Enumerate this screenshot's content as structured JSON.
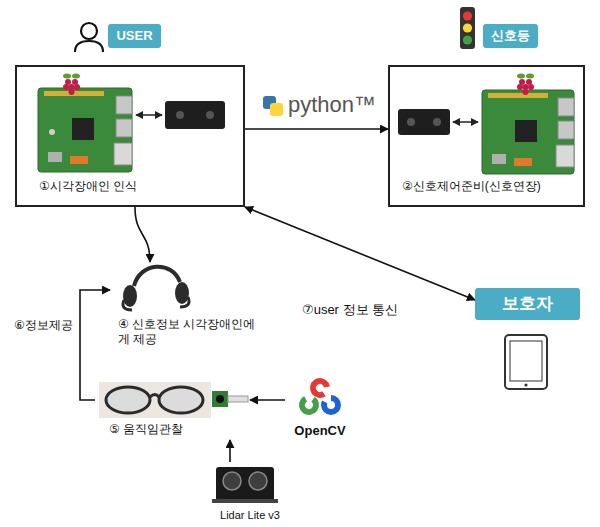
{
  "diagram": {
    "nodes": [
      {
        "text": [
          "USER"
        ]
      },
      {
        "text": [
          "신호등"
        ]
      },
      {
        "text": [
          "①시각장애인 인식"
        ]
      },
      {
        "text": [
          "②신호제어준비(신호연장)"
        ]
      },
      {
        "text": [
          "보호자"
        ]
      },
      {
        "text": [
          "④ 신호정보 시각장애인에게 제공"
        ]
      },
      {
        "text": [
          "⑤ 움직임관찰"
        ]
      },
      {
        "text": [
          "OpenCV"
        ]
      },
      {
        "text": [
          "Lidar Lite v3"
        ]
      }
    ],
    "edges": [
      {
        "from": 2,
        "to": 3,
        "arrow": "to",
        "label": "python™"
      },
      {
        "from": 2,
        "to": 5,
        "arrow": "to"
      },
      {
        "from": 2,
        "to": 4,
        "arrow": "both",
        "label": "⑦user 정보 통신"
      },
      {
        "from": 6,
        "to": 5,
        "arrow": "to",
        "label": "⑥정보제공"
      },
      {
        "from": 7,
        "to": 6,
        "arrow": "to"
      },
      {
        "from": 8,
        "to": 6,
        "arrow": "to"
      }
    ]
  }
}
